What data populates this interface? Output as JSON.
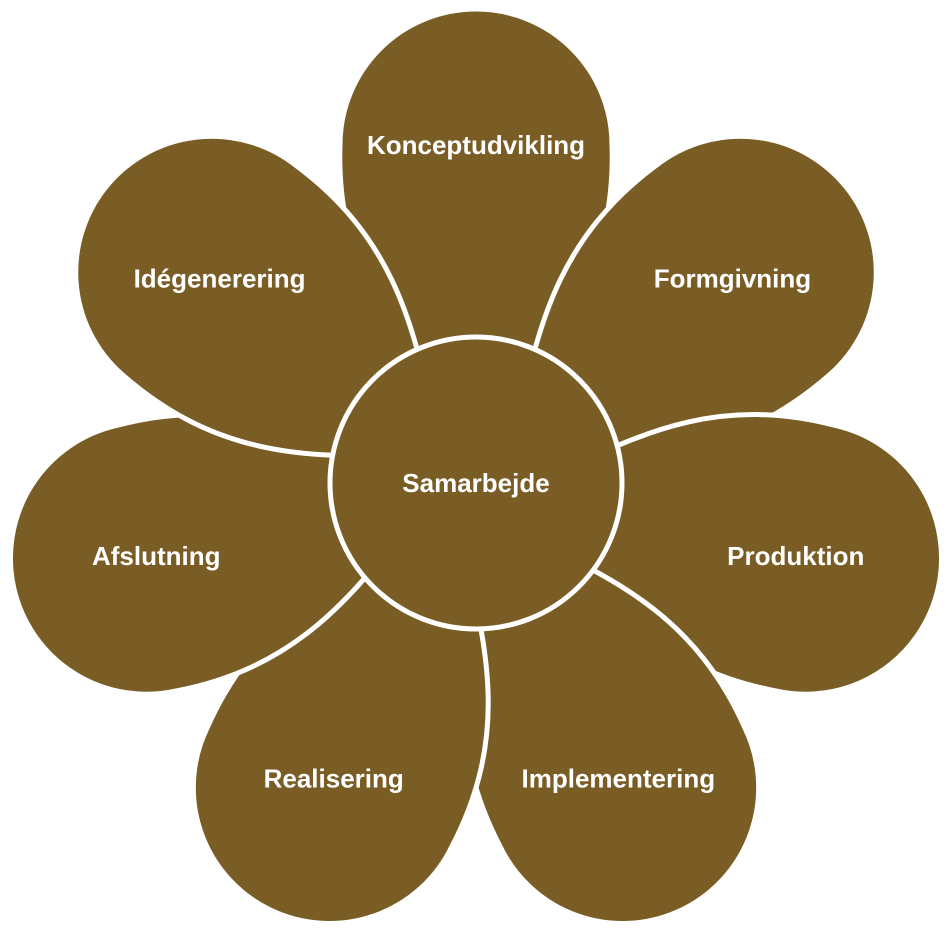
{
  "center": {
    "label": "Samarbejde"
  },
  "petals": [
    {
      "label": "Konceptudvikling"
    },
    {
      "label": "Formgivning"
    },
    {
      "label": "Produktion"
    },
    {
      "label": "Implementering"
    },
    {
      "label": "Realisering"
    },
    {
      "label": "Afslutning"
    },
    {
      "label": "Idégenerering"
    }
  ],
  "colors": {
    "fill": "#7a5c25",
    "stroke": "#ffffff"
  }
}
